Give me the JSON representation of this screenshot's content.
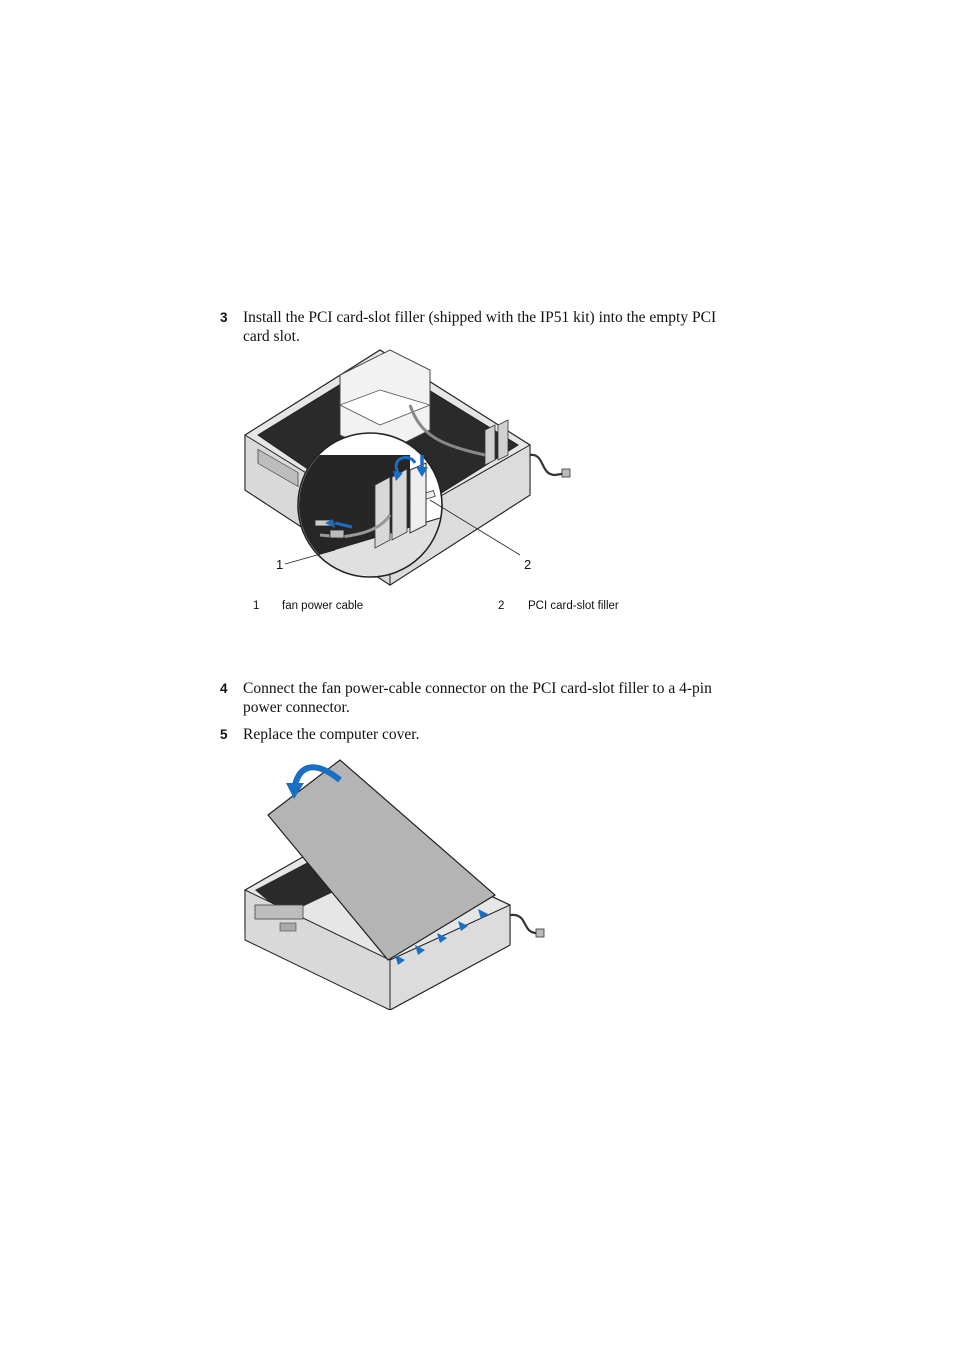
{
  "steps": [
    {
      "number": "3",
      "text": "Install the PCI card-slot filler (shipped with the IP51 kit) into the empty PCI card slot."
    },
    {
      "number": "4",
      "text": "Connect the fan power-cable connector on the PCI card-slot filler to a 4-pin power connector."
    },
    {
      "number": "5",
      "text": "Replace the computer cover."
    }
  ],
  "figure1": {
    "callouts": [
      "1",
      "2"
    ],
    "legend": [
      {
        "number": "1",
        "label": "fan power cable"
      },
      {
        "number": "2",
        "label": "PCI card-slot filler"
      }
    ]
  },
  "colors": {
    "arrow_blue": "#1a6fc4",
    "chassis_gray": "#d9d9d9",
    "cover_gray": "#b4b4b4",
    "interior_dark": "#2a2a2a"
  }
}
